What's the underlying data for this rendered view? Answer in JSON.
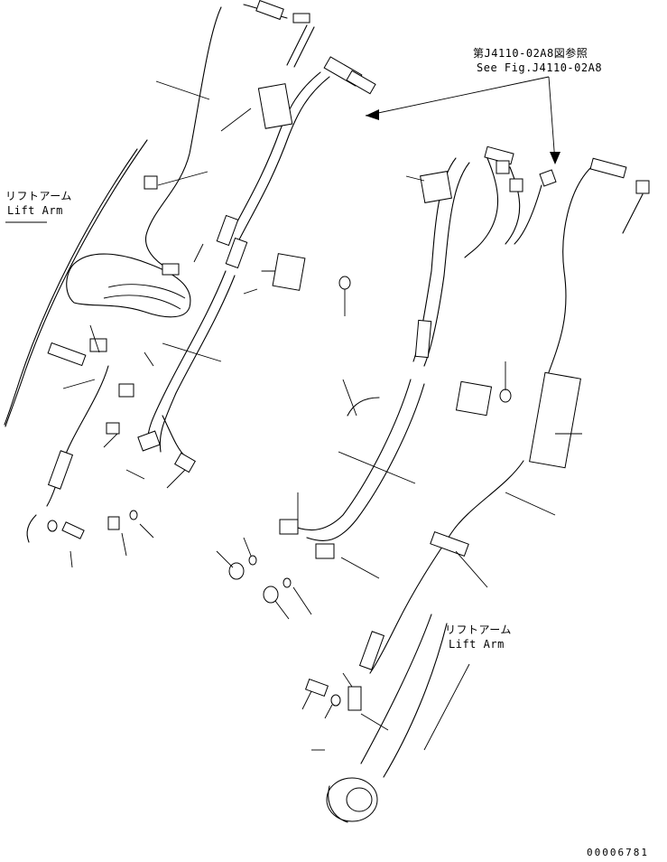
{
  "refs": {
    "fig_ref_jp": "第J4110-02A8図参照",
    "fig_ref_en": "See Fig.J4110-02A8"
  },
  "labels": {
    "lift_arm_left_jp": "リフトアーム",
    "lift_arm_left_en": "Lift Arm",
    "lift_arm_right_jp": "リフトアーム",
    "lift_arm_right_en": "Lift Arm"
  },
  "drawing_number": "00006781",
  "colors": {
    "line": "#000000",
    "background": "#ffffff"
  }
}
